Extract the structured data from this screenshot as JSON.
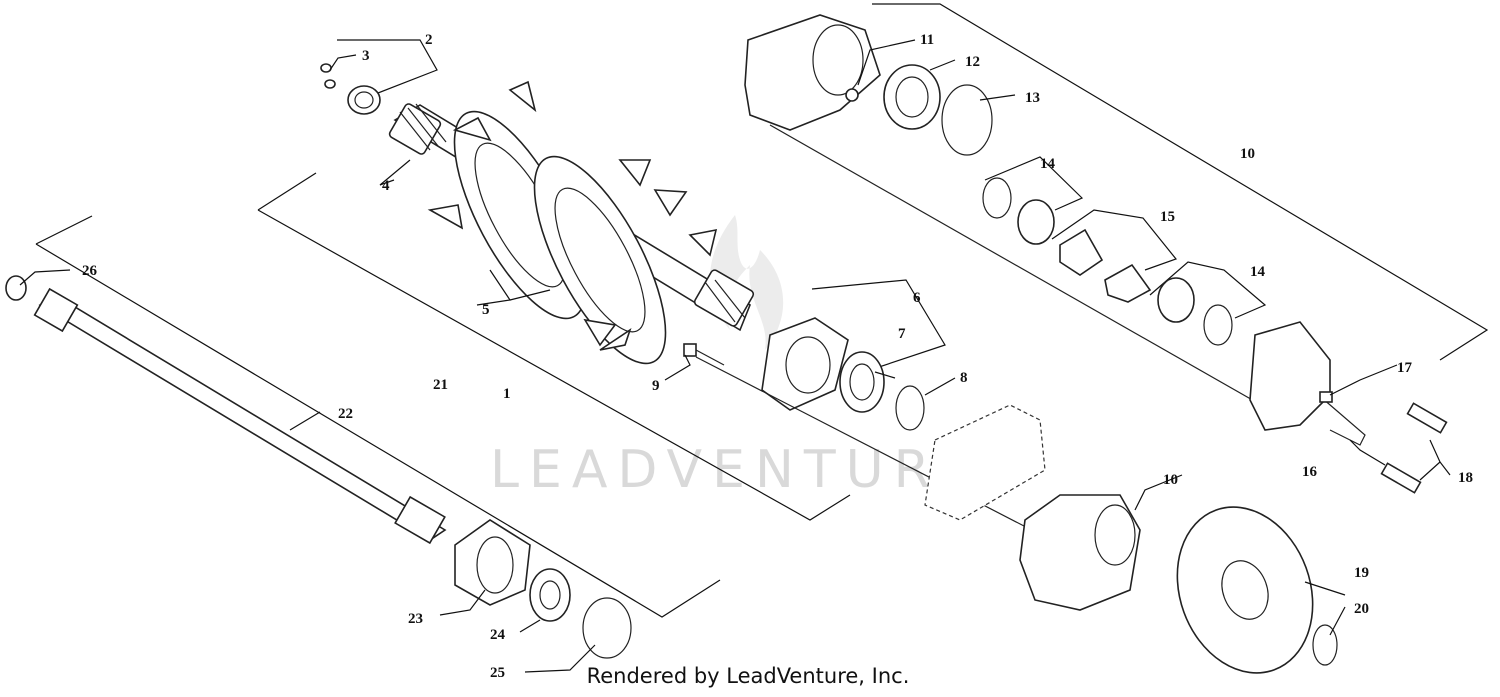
{
  "watermark": "LEADVENTURE",
  "footer": "Rendered by LeadVenture, Inc.",
  "callouts": [
    {
      "id": "c1",
      "label": "1"
    },
    {
      "id": "c2",
      "label": "2"
    },
    {
      "id": "c3",
      "label": "3"
    },
    {
      "id": "c4",
      "label": "4"
    },
    {
      "id": "c5",
      "label": "5"
    },
    {
      "id": "c6",
      "label": "6"
    },
    {
      "id": "c7",
      "label": "7"
    },
    {
      "id": "c8",
      "label": "8"
    },
    {
      "id": "c9",
      "label": "9"
    },
    {
      "id": "c10a",
      "label": "10"
    },
    {
      "id": "c10b",
      "label": "10"
    },
    {
      "id": "c11",
      "label": "11"
    },
    {
      "id": "c12",
      "label": "12"
    },
    {
      "id": "c13",
      "label": "13"
    },
    {
      "id": "c14a",
      "label": "14"
    },
    {
      "id": "c14b",
      "label": "14"
    },
    {
      "id": "c15",
      "label": "15"
    },
    {
      "id": "c16",
      "label": "16"
    },
    {
      "id": "c17",
      "label": "17"
    },
    {
      "id": "c18",
      "label": "18"
    },
    {
      "id": "c19",
      "label": "19"
    },
    {
      "id": "c20",
      "label": "20"
    },
    {
      "id": "c21",
      "label": "21"
    },
    {
      "id": "c22",
      "label": "22"
    },
    {
      "id": "c23",
      "label": "23"
    },
    {
      "id": "c24",
      "label": "24"
    },
    {
      "id": "c25",
      "label": "25"
    },
    {
      "id": "c26",
      "label": "26"
    }
  ]
}
